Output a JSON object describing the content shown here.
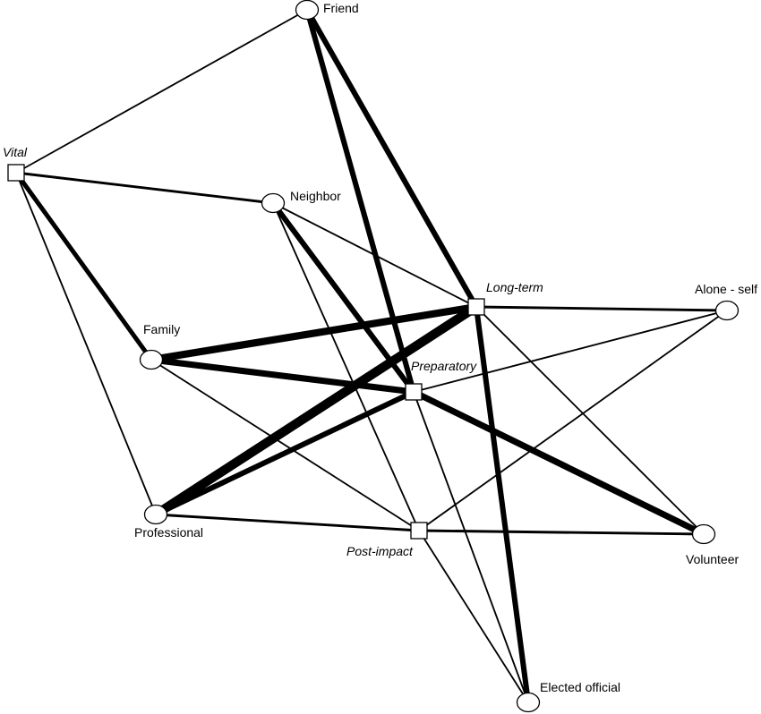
{
  "network": {
    "nodes": [
      {
        "id": "friend",
        "label": "Friend",
        "shape": "circle",
        "italic": false
      },
      {
        "id": "vital",
        "label": "Vital",
        "shape": "square",
        "italic": true
      },
      {
        "id": "neighbor",
        "label": "Neighbor",
        "shape": "circle",
        "italic": false
      },
      {
        "id": "long-term",
        "label": "Long-term",
        "shape": "square",
        "italic": true
      },
      {
        "id": "alone-self",
        "label": "Alone - self",
        "shape": "circle",
        "italic": false
      },
      {
        "id": "family",
        "label": "Family",
        "shape": "circle",
        "italic": false
      },
      {
        "id": "preparatory",
        "label": "Preparatory",
        "shape": "square",
        "italic": true
      },
      {
        "id": "professional",
        "label": "Professional",
        "shape": "circle",
        "italic": false
      },
      {
        "id": "post-impact",
        "label": "Post-impact",
        "shape": "square",
        "italic": true
      },
      {
        "id": "volunteer",
        "label": "Volunteer",
        "shape": "circle",
        "italic": false
      },
      {
        "id": "elected-official",
        "label": "Elected official",
        "shape": "circle",
        "italic": false
      }
    ],
    "edges": [
      {
        "from": "vital",
        "to": "friend",
        "weight": 1
      },
      {
        "from": "vital",
        "to": "neighbor",
        "weight": 2
      },
      {
        "from": "vital",
        "to": "family",
        "weight": 4
      },
      {
        "from": "vital",
        "to": "professional",
        "weight": 1
      },
      {
        "from": "friend",
        "to": "long-term",
        "weight": 5
      },
      {
        "from": "friend",
        "to": "preparatory",
        "weight": 5
      },
      {
        "from": "neighbor",
        "to": "long-term",
        "weight": 1
      },
      {
        "from": "neighbor",
        "to": "preparatory",
        "weight": 5
      },
      {
        "from": "neighbor",
        "to": "post-impact",
        "weight": 1
      },
      {
        "from": "long-term",
        "to": "alone-self",
        "weight": 2
      },
      {
        "from": "long-term",
        "to": "family",
        "weight": 7
      },
      {
        "from": "long-term",
        "to": "professional",
        "weight": 9
      },
      {
        "from": "long-term",
        "to": "volunteer",
        "weight": 1
      },
      {
        "from": "long-term",
        "to": "elected-official",
        "weight": 5
      },
      {
        "from": "alone-self",
        "to": "preparatory",
        "weight": 1
      },
      {
        "from": "alone-self",
        "to": "post-impact",
        "weight": 1
      },
      {
        "from": "family",
        "to": "preparatory",
        "weight": 6
      },
      {
        "from": "family",
        "to": "post-impact",
        "weight": 1
      },
      {
        "from": "preparatory",
        "to": "professional",
        "weight": 5
      },
      {
        "from": "preparatory",
        "to": "volunteer",
        "weight": 6
      },
      {
        "from": "preparatory",
        "to": "elected-official",
        "weight": 1
      },
      {
        "from": "professional",
        "to": "post-impact",
        "weight": 2
      },
      {
        "from": "post-impact",
        "to": "volunteer",
        "weight": 2
      },
      {
        "from": "post-impact",
        "to": "elected-official",
        "weight": 1
      }
    ]
  }
}
